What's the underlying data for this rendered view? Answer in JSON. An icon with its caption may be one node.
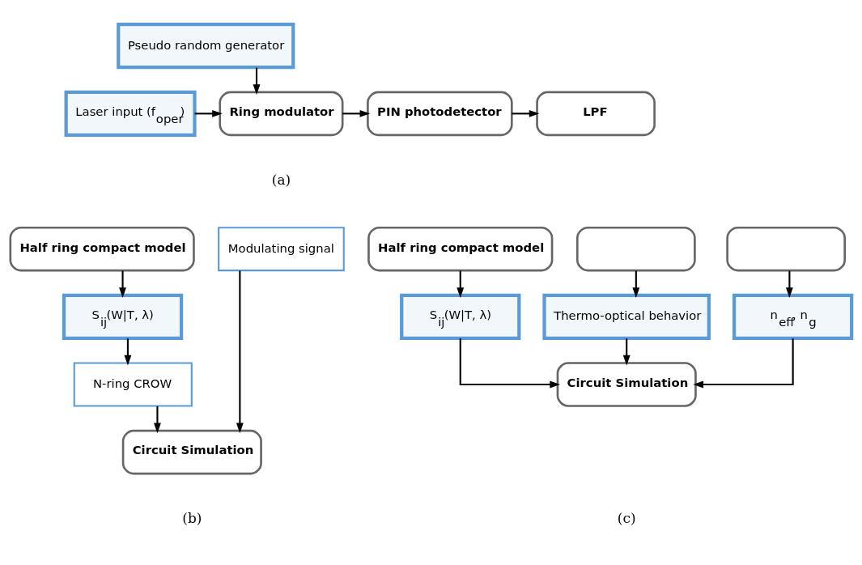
{
  "diagram": {
    "nodes": [
      {
        "text": [
          "Pseudo random generator"
        ]
      },
      {
        "text": [
          "Laser input (f$_{oper}$)"
        ]
      },
      {
        "text": [
          "Ring modulator"
        ]
      },
      {
        "text": [
          "PIN photodetector"
        ]
      },
      {
        "text": [
          "LPF"
        ]
      },
      {
        "text": [
          "Half ring compact model"
        ]
      },
      {
        "text": [
          "S$_{ij}$(W|T, λ)"
        ]
      },
      {
        "text": [
          "Modulating signal"
        ]
      },
      {
        "text": [
          "N-ring CROW"
        ]
      },
      {
        "text": [
          "Circuit Simulation"
        ]
      },
      {
        "text": [
          "Half ring compact model"
        ]
      },
      {
        "text": [],
        "shape": "box"
      },
      {
        "text": [],
        "shape": "box"
      },
      {
        "text": [
          "S$_{ij}$(W|T, λ)"
        ]
      },
      {
        "text": [
          "Thermo-optical behavior"
        ]
      },
      {
        "text": [
          "n$_{eff}$, n$_{g}$"
        ]
      },
      {
        "text": [
          "Circuit Simulation"
        ]
      }
    ],
    "edges": [
      {
        "from": 0,
        "to": 2,
        "arrow": "to"
      },
      {
        "from": 1,
        "to": 2,
        "arrow": "to"
      },
      {
        "from": 2,
        "to": 3,
        "arrow": "to"
      },
      {
        "from": 3,
        "to": 4,
        "arrow": "to"
      },
      {
        "from": 5,
        "to": 6,
        "arrow": "to"
      },
      {
        "from": 6,
        "to": 8,
        "arrow": "to"
      },
      {
        "from": 8,
        "to": 9,
        "arrow": "to"
      },
      {
        "from": 7,
        "to": 9,
        "arrow": "to"
      },
      {
        "from": 10,
        "to": 13,
        "arrow": "to"
      },
      {
        "from": 11,
        "to": 14,
        "arrow": "to"
      },
      {
        "from": 12,
        "to": 15,
        "arrow": "to"
      },
      {
        "from": 13,
        "to": 16,
        "arrow": "to"
      },
      {
        "from": 14,
        "to": 16,
        "arrow": "to"
      },
      {
        "from": 15,
        "to": 16,
        "arrow": "to"
      }
    ],
    "labels": [
      "(a)",
      "(b)",
      "(c)"
    ]
  }
}
